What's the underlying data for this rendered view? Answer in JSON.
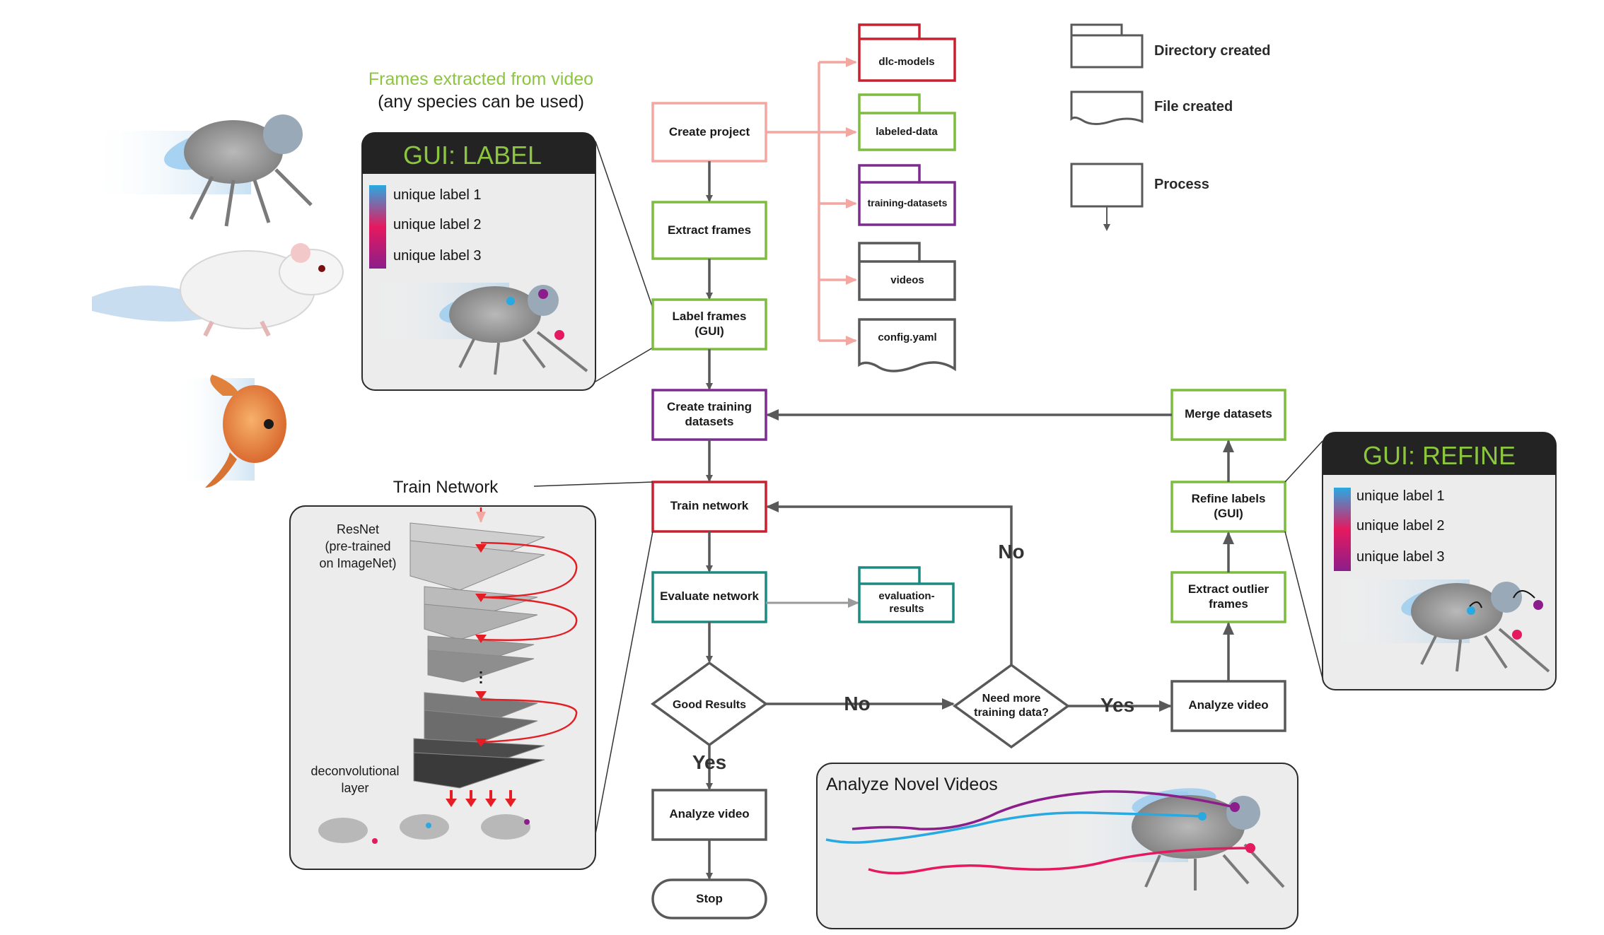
{
  "header": {
    "frames_line1": "Frames extracted from video",
    "frames_line2": "(any species can be used)"
  },
  "legend": {
    "directory": "Directory created",
    "file": "File created",
    "process": "Process"
  },
  "flow": {
    "create_project": "Create project",
    "extract_frames": "Extract frames",
    "label_frames_1": "Label frames",
    "label_frames_2": "(GUI)",
    "create_training_1": "Create training",
    "create_training_2": "datasets",
    "train_network": "Train network",
    "evaluate_network": "Evaluate network",
    "good_results": "Good Results",
    "need_more_1": "Need more",
    "need_more_2": "training data?",
    "analyze_video_main": "Analyze video",
    "stop": "Stop",
    "analyze_video_right": "Analyze video",
    "extract_outlier_1": "Extract outlier",
    "extract_outlier_2": "frames",
    "refine_labels_1": "Refine labels",
    "refine_labels_2": "(GUI)",
    "merge_datasets": "Merge datasets",
    "yes_down": "Yes",
    "no_right": "No",
    "yes_right": "Yes",
    "no_up": "No"
  },
  "outputs": {
    "dlc_models": "dlc-models",
    "labeled_data": "labeled-data",
    "training_datasets": "training-datasets",
    "videos": "videos",
    "config": "config.yaml",
    "evaluation_1": "evaluation-",
    "evaluation_2": "results"
  },
  "gui_label": {
    "title": "GUI: LABEL",
    "labels": [
      "unique label 1",
      "unique label 2",
      "unique label 3"
    ]
  },
  "gui_refine": {
    "title": "GUI: REFINE",
    "labels": [
      "unique label 1",
      "unique label 2",
      "unique label 3"
    ]
  },
  "train_panel": {
    "title": "Train Network",
    "resnet_1": "ResNet",
    "resnet_2": "(pre-trained",
    "resnet_3": "on ImageNet)",
    "deconv_1": "deconvolutional",
    "deconv_2": "layer"
  },
  "novel_panel": {
    "title": "Analyze Novel Videos"
  },
  "colors": {
    "pink": "#f4a6a0",
    "green": "#7cbc3e",
    "red": "#c8202f",
    "purple": "#7b2c8e",
    "teal": "#1b8a82",
    "gray": "#595959",
    "title_green": "#8cc63f",
    "label_blue": "#29a9e1",
    "label_pink": "#e5195f",
    "label_purple": "#8b1e8a"
  }
}
